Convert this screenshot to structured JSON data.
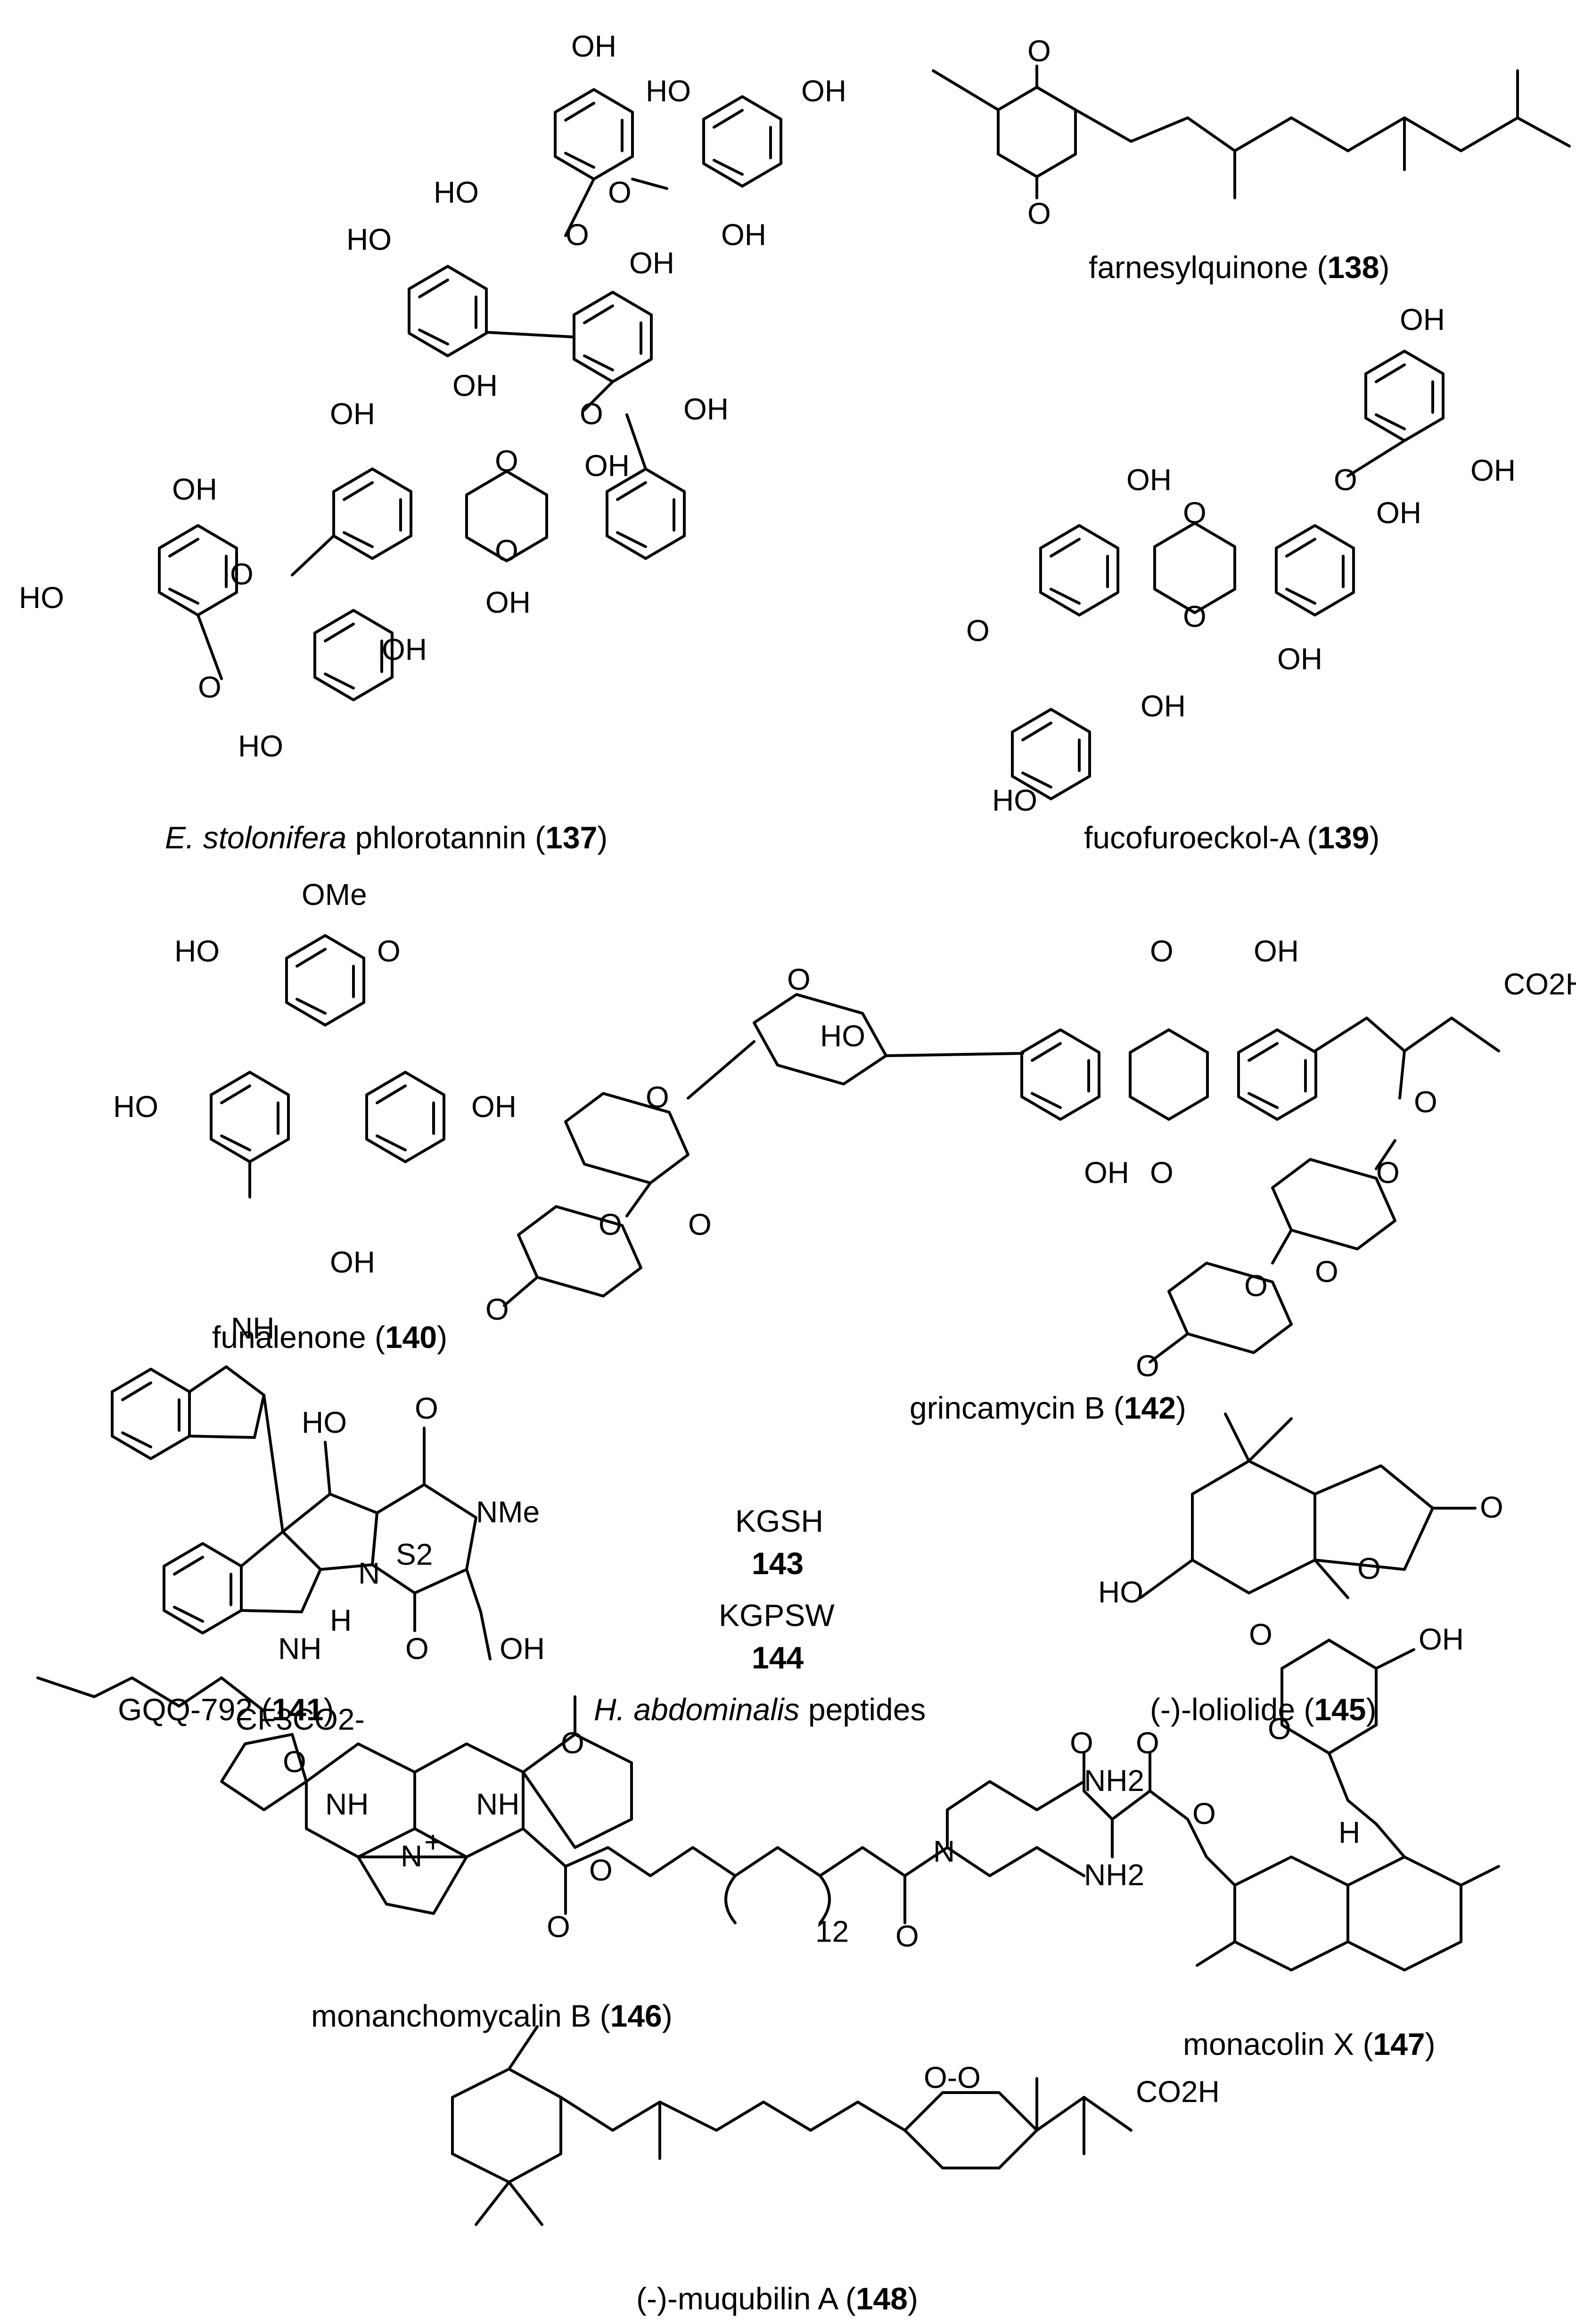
{
  "captions": {
    "c137": {
      "italic": "E. stolonifera",
      "text": " phlorotannin (",
      "num": "137",
      "close": ")"
    },
    "c138": {
      "text": "farnesylquinone (",
      "num": "138",
      "close": ")"
    },
    "c139": {
      "text": "fucofuroeckol-A (",
      "num": "139",
      "close": ")"
    },
    "c140": {
      "text": "funalenone (",
      "num": "140",
      "close": ")"
    },
    "c141": {
      "text": "GQQ-792 (",
      "num": "141",
      "close": ")"
    },
    "c142": {
      "text": "grincamycin B (",
      "num": "142",
      "close": ")"
    },
    "c143": {
      "name": "KGSH",
      "num": "143"
    },
    "c144": {
      "name": "KGPSW",
      "num": "144"
    },
    "c143_144": {
      "italic": "H. abdominalis",
      "text": " peptides"
    },
    "c145": {
      "text": "(-)-loliolide (",
      "num": "145",
      "close": ")"
    },
    "c146": {
      "text": "monanchomycalin B (",
      "num": "146",
      "close": ")"
    },
    "c147": {
      "text": "monacolin X (",
      "num": "147",
      "close": ")"
    },
    "c148": {
      "text": "(-)-muqubilin A (",
      "num": "148",
      "close": ")"
    }
  },
  "atom_labels": {
    "OH": "OH",
    "HO": "HO",
    "O": "O",
    "OMe": "OMe",
    "NMe": "NMe",
    "N": "N",
    "H": "H",
    "S2": "S2",
    "CO2H": "CO2H",
    "NH2": "NH2",
    "CF3CO2-": "CF3CO2-",
    "n12": "12",
    "NH": "NH",
    "plus": "+"
  }
}
